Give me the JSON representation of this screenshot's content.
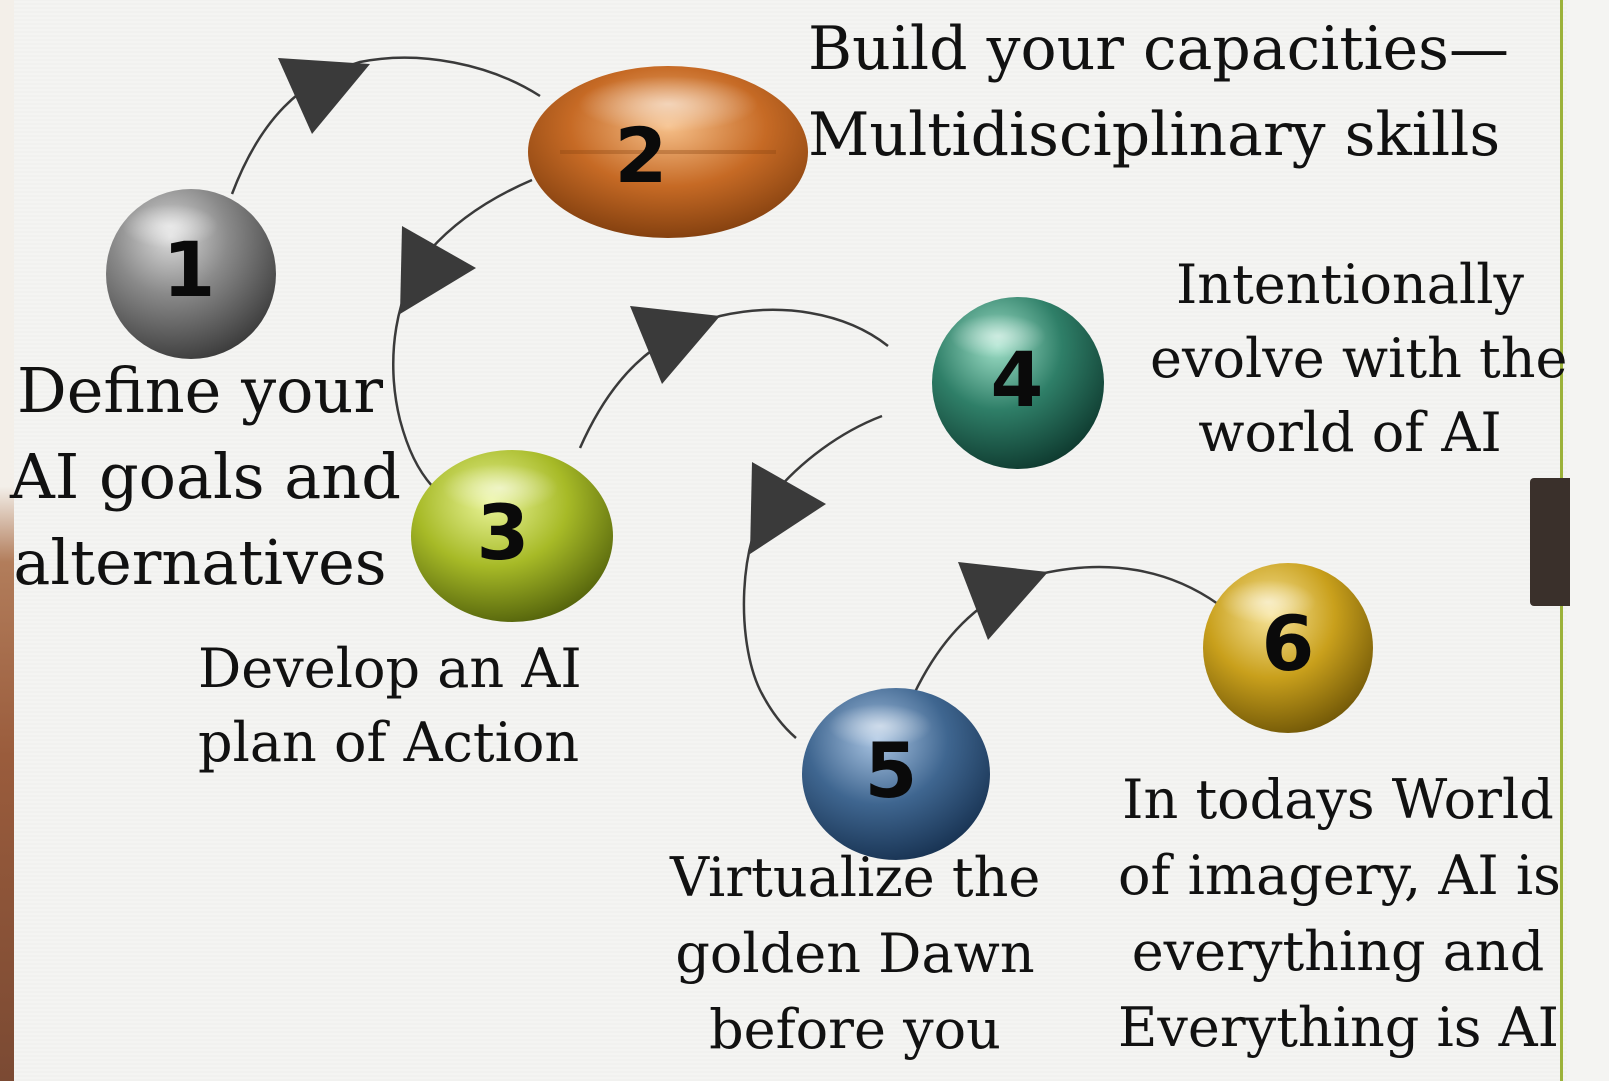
{
  "steps": [
    {
      "number": "1",
      "lines": [
        "Define your",
        "AI goals and",
        "alternatives"
      ]
    },
    {
      "number": "2",
      "lines": [
        "Build your capacities—",
        "Multidisciplinary skills"
      ]
    },
    {
      "number": "3",
      "lines": [
        "Develop an AI",
        "plan of Action"
      ]
    },
    {
      "number": "4",
      "lines": [
        "Intentionally",
        "evolve with the",
        "world of  AI"
      ]
    },
    {
      "number": "5",
      "lines": [
        "Virtualize the",
        "golden Dawn",
        "before you"
      ]
    },
    {
      "number": "6",
      "lines": [
        "In todays World",
        "of  imagery, AI is",
        "everything and",
        "Everything is AI"
      ]
    }
  ],
  "colors": {
    "ball_1": "#7a7a7a",
    "ball_2": "#c86f2c",
    "ball_3": "#a9bd2a",
    "ball_4": "#2e7e68",
    "ball_5": "#3f6690",
    "ball_6": "#c9a21e",
    "arrow": "#3a3a3a"
  }
}
